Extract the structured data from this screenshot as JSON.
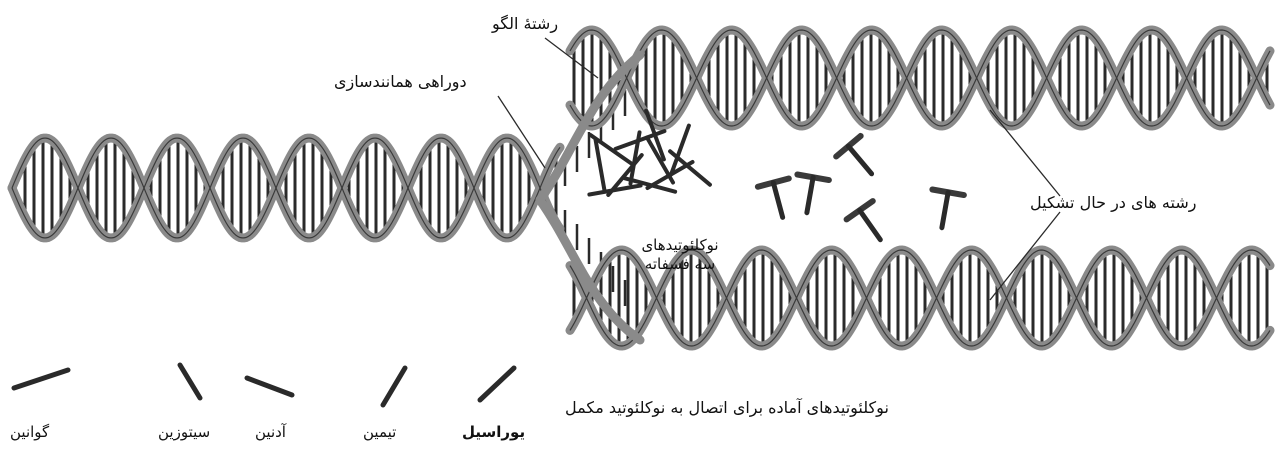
{
  "colors": {
    "strand": "#8a8a8a",
    "strand_dark": "#3a3a3a",
    "rung": "#2a2a2a",
    "text": "#111111"
  },
  "labels": {
    "template_strand": "رشتهٔ الگو",
    "replication_fork": "دوراهی همانندسازی",
    "growing_strands": "رشته های در حال تشکیل",
    "triphosphate_line1": "نوکلئوتیدهای",
    "triphosphate_line2": "سه فسفاته",
    "ready_nucleotides": "نوکلئوتیدهای آماده برای اتصال به نوکلئوتید مکمل"
  },
  "legend": {
    "items": [
      {
        "name": "guanine",
        "label": "گوانین"
      },
      {
        "name": "cytosine",
        "label": "سیتوزین"
      },
      {
        "name": "adenine",
        "label": "آدنین"
      },
      {
        "name": "thymine",
        "label": "تیمین"
      },
      {
        "name": "uracil",
        "label": "یوراسیل"
      }
    ]
  }
}
